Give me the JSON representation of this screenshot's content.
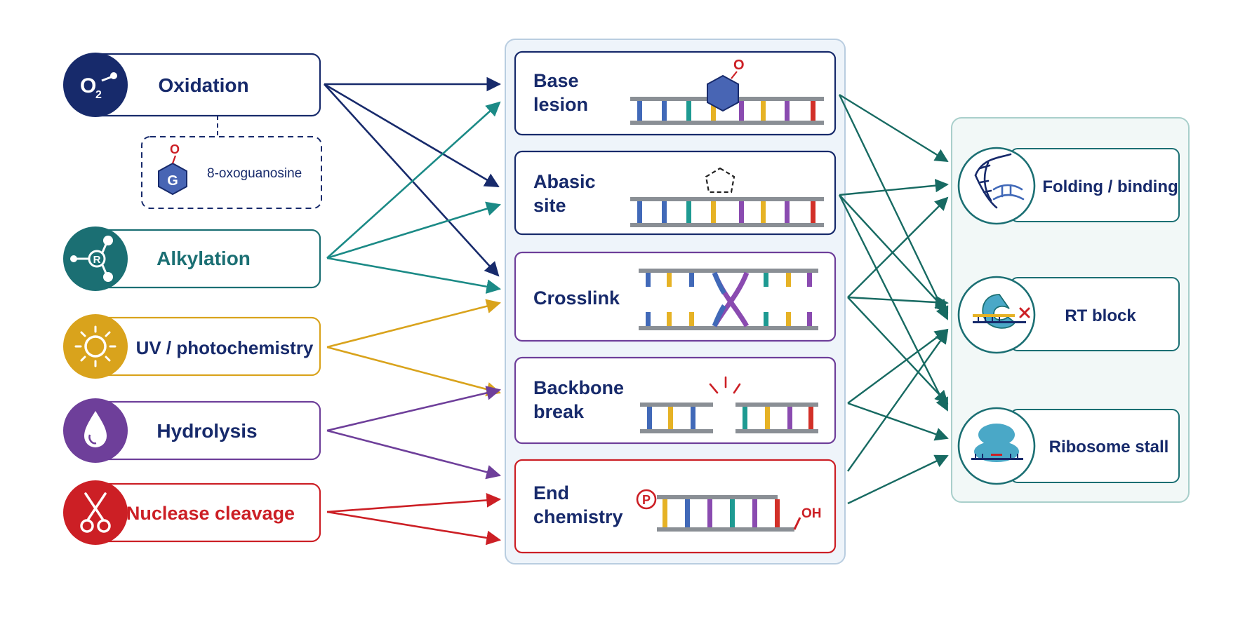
{
  "sources": [
    {
      "label": "Oxidation",
      "icon": "o2-icon",
      "color": "#172a6b",
      "text_color": "#172a6b"
    },
    {
      "label": "Alkylation",
      "icon": "alkyl-molecule-icon",
      "color": "#1b6f73",
      "text_color": "#1b6f73"
    },
    {
      "label": "UV / photochemistry",
      "icon": "sun-icon",
      "color": "#d9a31c",
      "text_color": "#172a6b"
    },
    {
      "label": "Hydrolysis",
      "icon": "water-drop-icon",
      "color": "#6e3f9a",
      "text_color": "#172a6b"
    },
    {
      "label": "Nuclease cleavage",
      "icon": "scissors-icon",
      "color": "#cc1f25",
      "text_color": "#cc1f25"
    }
  ],
  "oxidation_example": {
    "label": "8-oxoguanosine",
    "base_letter": "G",
    "atom": "O"
  },
  "icon_text": {
    "o2_main": "O",
    "o2_sub": "2",
    "alkyl_letter": "R"
  },
  "damage_types": [
    {
      "line1": "Base",
      "line2": "lesion",
      "color": "#172a6b"
    },
    {
      "line1": "Abasic",
      "line2": "site",
      "color": "#172a6b"
    },
    {
      "line1": "Crosslink",
      "line2": "",
      "color": "#6e3f9a"
    },
    {
      "line1": "Backbone",
      "line2": "break",
      "color": "#6e3f9a"
    },
    {
      "line1": "End",
      "line2": "chemistry",
      "color": "#cc1f25"
    }
  ],
  "lesion_atom": "O",
  "end_labels": {
    "phosphate": "P",
    "hydroxyl": "OH"
  },
  "consequences": [
    {
      "label": "Folding / binding",
      "icon": "rna-folding-icon"
    },
    {
      "label": "RT block",
      "icon": "rt-block-icon"
    },
    {
      "label": "Ribosome stall",
      "icon": "ribosome-icon"
    }
  ],
  "colors": {
    "navy": "#172a6b",
    "teal": "#1b6f73",
    "gold": "#d9a31c",
    "purple": "#6e3f9a",
    "red": "#cc1f25",
    "arrow_out": "#176a62",
    "panel_bg": "#eef4fa",
    "right_panel_bg": "#f2f8f7",
    "base_blue": "#4169b8",
    "base_teal": "#1e9a92",
    "base_yellow": "#e6b225",
    "base_purple": "#8a4bb0",
    "base_red": "#d23028",
    "backbone": "#8a8f95"
  }
}
